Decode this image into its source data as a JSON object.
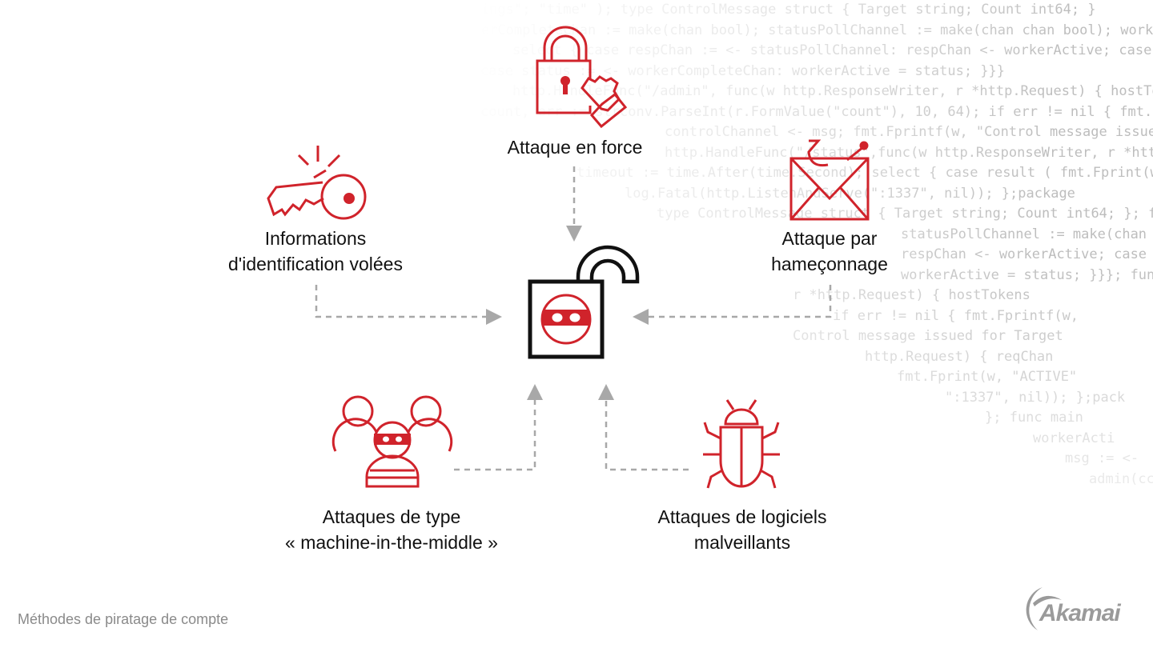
{
  "background_code": [
    "\"strings\"; \"time\" ); type ControlMessage struct { Target string; Count int64; }",
    "workerCompleteChan := make(chan bool); statusPollChannel := make(chan chan bool); workerActive",
    "select { case respChan := <- statusPollChannel: respChan <- workerActive; case msg",
    "case status := <- workerCompleteChan: workerActive = status; }}}",
    "http.HandleFunc(\"/admin\", func(w http.ResponseWriter, r *http.Request) { hostTokens",
    "count, err := strconv.ParseInt(r.FormValue(\"count\"), 10, 64); if err != nil { fmt.Fprintf(w,",
    "controlChannel <- msg; fmt.Fprintf(w, \"Control message issued for Target",
    "http.HandleFunc(\"/status\",func(w http.ResponseWriter, r *http.Request) { reqChan",
    "timeout := time.After(time.Second); select { case result ( fmt.Fprint(w, \"ACTIVE\"",
    "log.Fatal(http.ListenAndServe(\":1337\", nil)); };package",
    "type ControlMessage struct { Target string; Count int64; }; func main",
    "statusPollChannel := make(chan chan bool); workerActive",
    "respChan <- workerActive; case msg := <-",
    "workerActive = status; }}}; func admin(cc",
    "r *http.Request) { hostTokens",
    "if err != nil { fmt.Fprintf(w,",
    "Control message issued for Target",
    "http.Request) { reqChan",
    "fmt.Fprint(w, \"ACTIVE\"",
    "\":1337\", nil)); };pack",
    "}; func main",
    "workerActi",
    "msg := <-",
    "admin(cc"
  ],
  "nodes": {
    "brute_force": {
      "line1": "Attaque en force"
    },
    "stolen_credentials": {
      "line1": "Informations",
      "line2": "d'identification volées"
    },
    "phishing": {
      "line1": "Attaque par",
      "line2": "hameçonnage"
    },
    "mitm": {
      "line1": "Attaques de type",
      "line2": "« machine-in-the-middle »"
    },
    "malware": {
      "line1": "Attaques de logiciels",
      "line2": "malveillants"
    }
  },
  "footer": {
    "title": "Méthodes de piratage de compte",
    "logo": "Akamai"
  },
  "colors": {
    "accent": "#d0232b",
    "arrow": "#a8a8a8",
    "text": "#111111",
    "muted": "#8a8a8a"
  }
}
